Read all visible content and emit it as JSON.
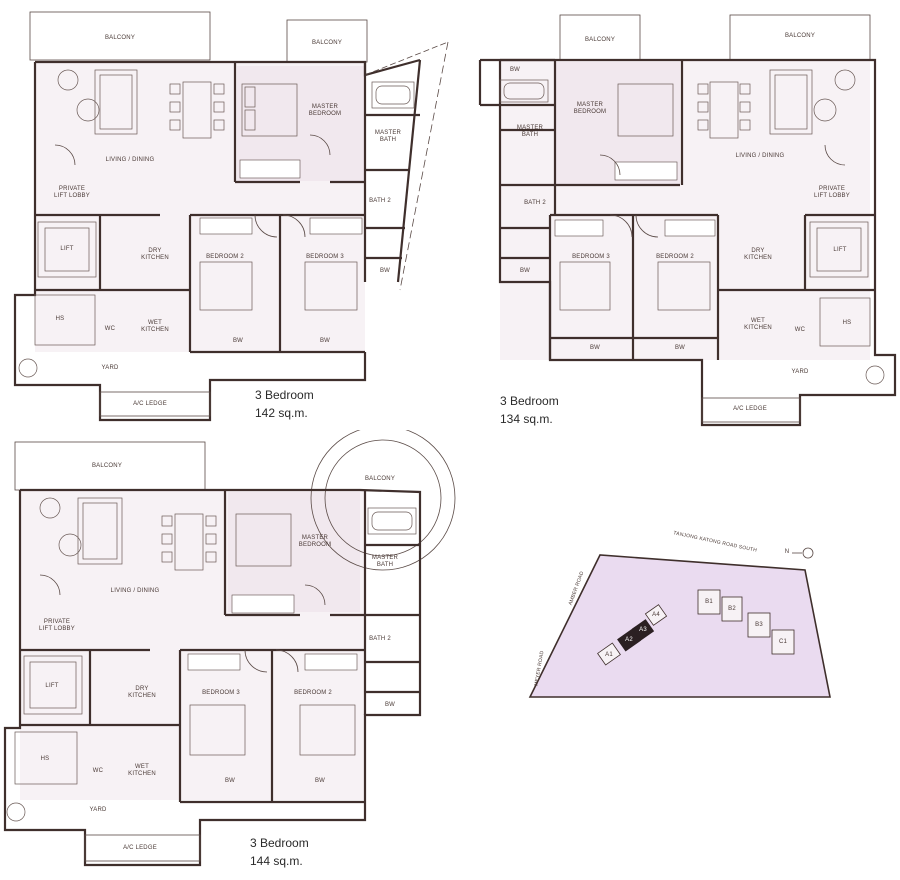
{
  "plans": [
    {
      "area_title": "3 Bedroom",
      "area_size": "142 sq.m.",
      "rooms": {
        "balcony": "BALCONY",
        "balcony2": "BALCONY",
        "living": "LIVING / DINING",
        "master": "MASTER BEDROOM",
        "master_bath": "MASTER BATH",
        "bath2": "BATH 2",
        "lift_lobby": "PRIVATE LIFT LOBBY",
        "lift": "LIFT",
        "dry_kitchen": "DRY KITCHEN",
        "wet_kitchen": "WET KITCHEN",
        "hs": "HS",
        "wc": "WC",
        "yard": "YARD",
        "ac_ledge": "A/C LEDGE",
        "bedroom2": "BEDROOM 2",
        "bedroom3": "BEDROOM 3",
        "bw1": "BW",
        "bw2": "BW",
        "bw3": "BW"
      }
    },
    {
      "area_title": "3 Bedroom",
      "area_size": "134 sq.m.",
      "rooms": {
        "balcony": "BALCONY",
        "balcony2": "BALCONY",
        "bw_top": "BW",
        "living": "LIVING / DINING",
        "master": "MASTER BEDROOM",
        "master_bath": "MASTER BATH",
        "bath2": "BATH 2",
        "lift_lobby": "PRIVATE LIFT LOBBY",
        "lift": "LIFT",
        "dry_kitchen": "DRY KITCHEN",
        "wet_kitchen": "WET KITCHEN",
        "hs": "HS",
        "wc": "WC",
        "yard": "YARD",
        "ac_ledge": "A/C LEDGE",
        "bedroom2": "BEDROOM 2",
        "bedroom3": "BEDROOM 3",
        "bw1": "BW",
        "bw2": "BW",
        "bw3": "BW"
      }
    },
    {
      "area_title": "3 Bedroom",
      "area_size": "144 sq.m.",
      "rooms": {
        "balcony": "BALCONY",
        "balcony2": "BALCONY",
        "living": "LIVING / DINING",
        "master": "MASTER BEDROOM",
        "master_bath": "MASTER BATH",
        "bath2": "BATH 2",
        "lift_lobby": "PRIVATE LIFT LOBBY",
        "lift": "LIFT",
        "dry_kitchen": "DRY KITCHEN",
        "wet_kitchen": "WET KITCHEN",
        "hs": "HS",
        "wc": "WC",
        "yard": "YARD",
        "ac_ledge": "A/C LEDGE",
        "bedroom2": "BEDROOM 2",
        "bedroom3": "BEDROOM 3",
        "bw1": "BW",
        "bw2": "BW",
        "bw3": "BW"
      }
    }
  ],
  "site_map": {
    "road_top": "TANJONG KATONG ROAD SOUTH",
    "road_left1": "AMBER ROAD",
    "road_left2": "MEYER ROAD",
    "north": "N",
    "towers": [
      "A1",
      "A2",
      "A3",
      "A4",
      "B1",
      "B2",
      "B3",
      "C1"
    ]
  },
  "colors": {
    "wall": "#3f2f2c",
    "room_fill": "#f7f2f5",
    "site_fill": "#eadbf0"
  }
}
